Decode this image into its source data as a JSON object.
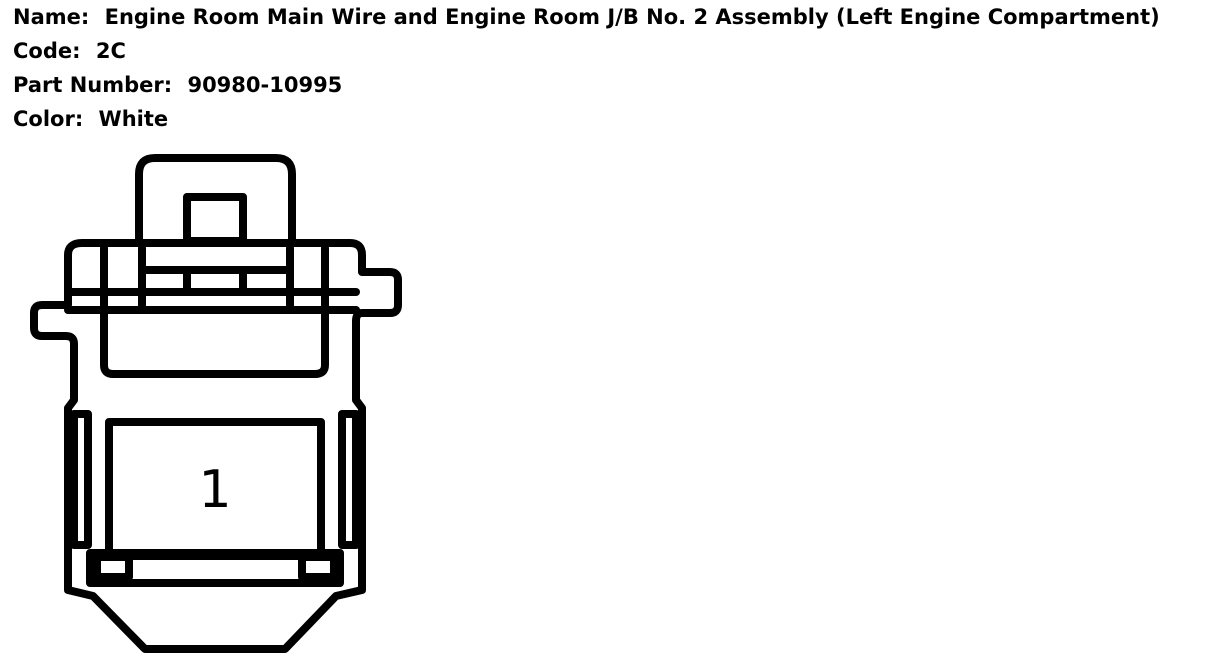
{
  "connector": {
    "name_label": "Name:",
    "name_value": "Engine Room Main Wire and Engine Room J/B No. 2 Assembly (Left Engine Compartment)",
    "code_label": "Code:",
    "code_value": "2C",
    "part_number_label": "Part Number:",
    "part_number_value": "90980-10995",
    "color_label": "Color:",
    "color_value": "White"
  },
  "diagram": {
    "pins": [
      {
        "label": "1"
      }
    ]
  }
}
